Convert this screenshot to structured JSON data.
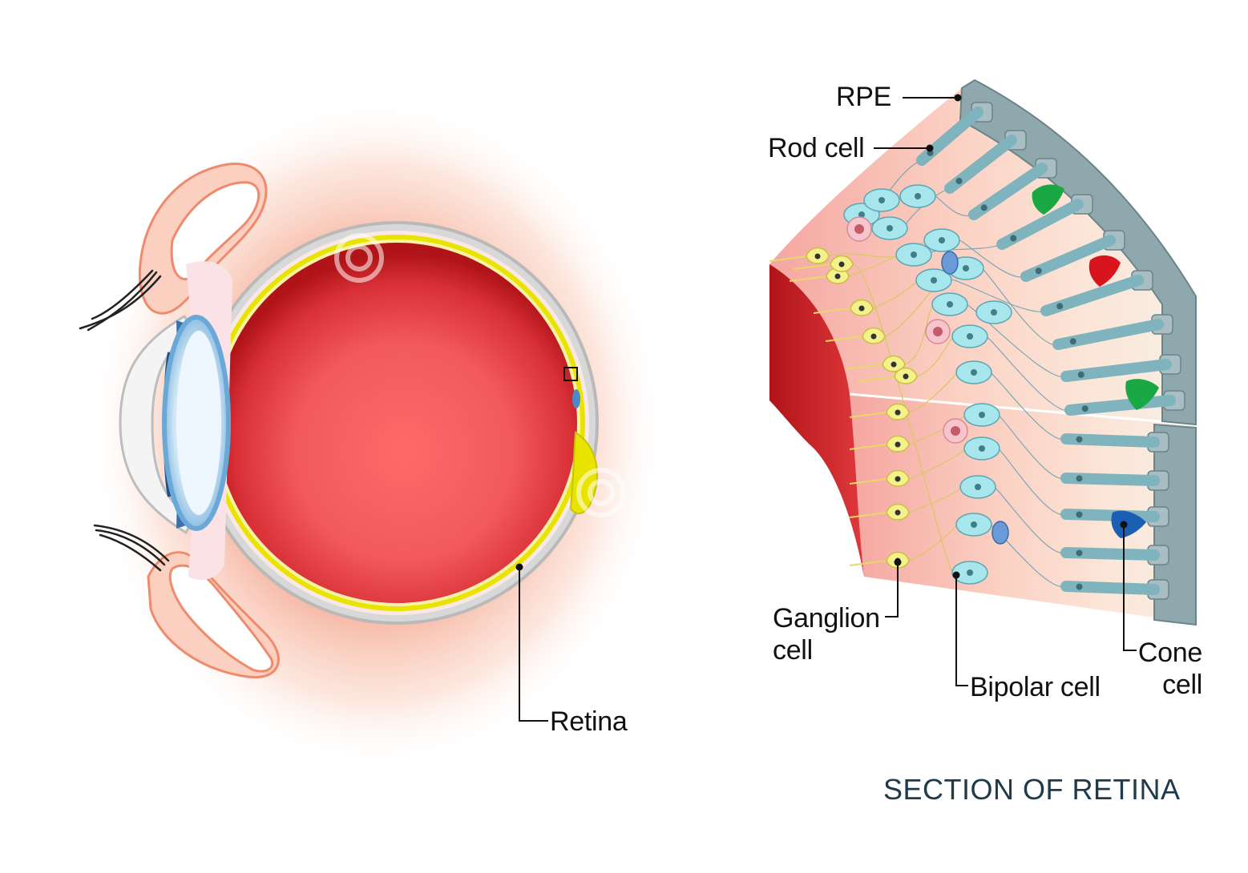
{
  "eye_diagram": {
    "retina_label": "Retina"
  },
  "retina_section": {
    "title": "SECTION OF RETINA",
    "labels": {
      "rpe": "RPE",
      "rod_cell": "Rod cell",
      "ganglion_line1": "Ganglion",
      "ganglion_line2": "cell",
      "bipolar_cell": "Bipolar cell",
      "cone_line1": "Cone",
      "cone_line2": "cell"
    }
  },
  "colors": {
    "vitreous": "#f2595c",
    "vitreous_dark": "#b01418",
    "sclera": "#c8c8c8",
    "retina_yellow": "#e8e400",
    "lens_blue": "#6aa8d8",
    "rpe_gray": "#8fa8ad",
    "rod_teal": "#7fb3bd",
    "bipolar_cyan": "#a8e6ee",
    "ganglion_yellow": "#f4f08a",
    "cone_green": "#1aa844",
    "cone_red": "#d8141c",
    "cone_blue": "#1a5fb4",
    "title_color": "#1f3a48"
  }
}
